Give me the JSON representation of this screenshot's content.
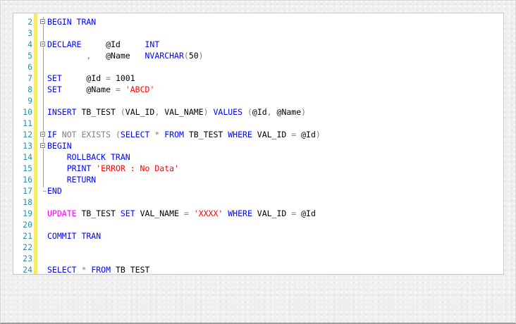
{
  "editor": {
    "gutter_color": "#f7ea6a",
    "colors": {
      "keyword": "#0000ff",
      "operator": "#808080",
      "string": "#ff0000",
      "function": "#ff00ff",
      "line_number": "#2b91af",
      "text": "#000000"
    },
    "lines": [
      {
        "n": "2",
        "fold": "open",
        "tokens": [
          {
            "t": "BEGIN TRAN",
            "c": "kw"
          }
        ]
      },
      {
        "n": "3",
        "tokens": []
      },
      {
        "n": "4",
        "fold": "open",
        "tokens": [
          {
            "t": "DECLARE",
            "c": "kw"
          },
          {
            "t": "     @Id     ",
            "c": "plain"
          },
          {
            "t": "INT",
            "c": "kw"
          }
        ]
      },
      {
        "n": "5",
        "tokens": [
          {
            "t": "        ,   ",
            "c": "gray"
          },
          {
            "t": "@Name   ",
            "c": "plain"
          },
          {
            "t": "NVARCHAR",
            "c": "kw"
          },
          {
            "t": "(",
            "c": "gray"
          },
          {
            "t": "50",
            "c": "plain"
          },
          {
            "t": ")",
            "c": "gray"
          }
        ]
      },
      {
        "n": "6",
        "tokens": []
      },
      {
        "n": "7",
        "tokens": [
          {
            "t": "SET",
            "c": "kw"
          },
          {
            "t": "     @Id ",
            "c": "plain"
          },
          {
            "t": "=",
            "c": "gray"
          },
          {
            "t": " 1001",
            "c": "plain"
          }
        ]
      },
      {
        "n": "8",
        "tokens": [
          {
            "t": "SET",
            "c": "kw"
          },
          {
            "t": "     @Name ",
            "c": "plain"
          },
          {
            "t": "=",
            "c": "gray"
          },
          {
            "t": " ",
            "c": "plain"
          },
          {
            "t": "'ABCD'",
            "c": "str"
          }
        ]
      },
      {
        "n": "9",
        "tokens": []
      },
      {
        "n": "10",
        "tokens": [
          {
            "t": "INSERT",
            "c": "kw"
          },
          {
            "t": " TB_TEST ",
            "c": "plain"
          },
          {
            "t": "(",
            "c": "gray"
          },
          {
            "t": "VAL_ID",
            "c": "plain"
          },
          {
            "t": ",",
            "c": "gray"
          },
          {
            "t": " VAL_NAME",
            "c": "plain"
          },
          {
            "t": ")",
            "c": "gray"
          },
          {
            "t": " ",
            "c": "plain"
          },
          {
            "t": "VALUES",
            "c": "kw"
          },
          {
            "t": " ",
            "c": "plain"
          },
          {
            "t": "(",
            "c": "gray"
          },
          {
            "t": "@Id",
            "c": "plain"
          },
          {
            "t": ",",
            "c": "gray"
          },
          {
            "t": " @Name",
            "c": "plain"
          },
          {
            "t": ")",
            "c": "gray"
          }
        ]
      },
      {
        "n": "11",
        "tokens": []
      },
      {
        "n": "12",
        "fold": "open",
        "tokens": [
          {
            "t": "IF",
            "c": "kw"
          },
          {
            "t": " NOT EXISTS ",
            "c": "gray"
          },
          {
            "t": "(",
            "c": "gray"
          },
          {
            "t": "SELECT",
            "c": "kw"
          },
          {
            "t": " * ",
            "c": "gray"
          },
          {
            "t": "FROM",
            "c": "kw"
          },
          {
            "t": " TB_TEST ",
            "c": "plain"
          },
          {
            "t": "WHERE",
            "c": "kw"
          },
          {
            "t": " VAL_ID ",
            "c": "plain"
          },
          {
            "t": "=",
            "c": "gray"
          },
          {
            "t": " @Id",
            "c": "plain"
          },
          {
            "t": ")",
            "c": "gray"
          }
        ]
      },
      {
        "n": "13",
        "fold": "open",
        "tokens": [
          {
            "t": "BEGIN",
            "c": "kw"
          }
        ]
      },
      {
        "n": "14",
        "tokens": [
          {
            "t": "    ROLLBACK TRAN",
            "c": "kw"
          }
        ]
      },
      {
        "n": "15",
        "tokens": [
          {
            "t": "    PRINT",
            "c": "kw"
          },
          {
            "t": " ",
            "c": "plain"
          },
          {
            "t": "'ERROR : No Data'",
            "c": "str"
          }
        ]
      },
      {
        "n": "16",
        "tokens": [
          {
            "t": "    RETURN",
            "c": "kw"
          }
        ]
      },
      {
        "n": "17",
        "fold": "end",
        "tokens": [
          {
            "t": "END",
            "c": "kw"
          }
        ]
      },
      {
        "n": "18",
        "tokens": []
      },
      {
        "n": "19",
        "tokens": [
          {
            "t": "UPDATE",
            "c": "pink"
          },
          {
            "t": " TB_TEST ",
            "c": "plain"
          },
          {
            "t": "SET",
            "c": "kw"
          },
          {
            "t": " VAL_NAME ",
            "c": "plain"
          },
          {
            "t": "=",
            "c": "gray"
          },
          {
            "t": " ",
            "c": "plain"
          },
          {
            "t": "'XXXX'",
            "c": "str"
          },
          {
            "t": " ",
            "c": "plain"
          },
          {
            "t": "WHERE",
            "c": "kw"
          },
          {
            "t": " VAL_ID ",
            "c": "plain"
          },
          {
            "t": "=",
            "c": "gray"
          },
          {
            "t": " @Id",
            "c": "plain"
          }
        ]
      },
      {
        "n": "20",
        "tokens": []
      },
      {
        "n": "21",
        "tokens": [
          {
            "t": "COMMIT TRAN",
            "c": "kw"
          }
        ]
      },
      {
        "n": "22",
        "tokens": []
      },
      {
        "n": "23",
        "tokens": []
      },
      {
        "n": "24",
        "tokens": [
          {
            "t": "SELECT",
            "c": "kw"
          },
          {
            "t": " * ",
            "c": "gray"
          },
          {
            "t": "FROM",
            "c": "kw"
          },
          {
            "t": " TB_TEST",
            "c": "plain"
          }
        ]
      }
    ]
  }
}
